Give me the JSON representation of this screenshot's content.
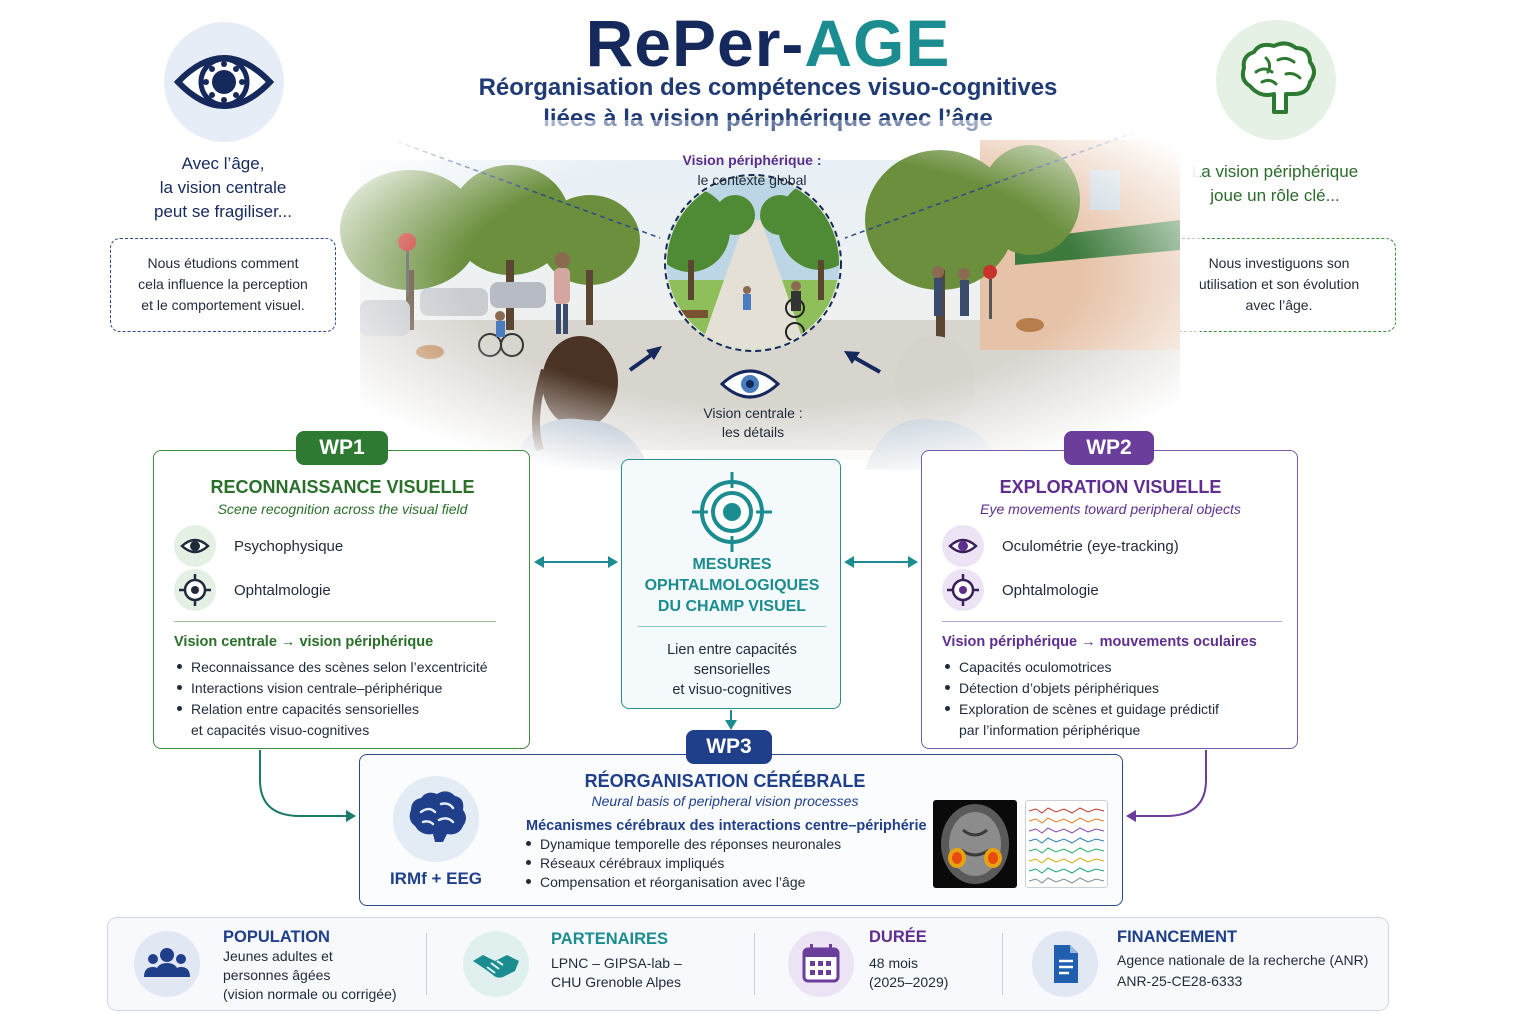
{
  "title": {
    "part1": "RePer-",
    "part2": "AGE"
  },
  "subtitle": {
    "line1": "Réorganisation des compétences visuo-cognitives",
    "line2": "liées à la vision périphérique avec l’âge"
  },
  "left": {
    "line1": "Avec l’âge,",
    "line2": "la vision centrale",
    "line3": "peut se fragiliser...",
    "box": [
      "Nous étudions comment",
      "cela influence la perception",
      "et le comportement visuel."
    ]
  },
  "right": {
    "line1": "La vision périphérique",
    "line2": "joue un rôle clé...",
    "box": [
      "Nous investiguons son",
      "utilisation et son évolution",
      "avec l’âge."
    ]
  },
  "scene": {
    "peripheral_title": "Vision périphérique :",
    "peripheral_text": "le contexte global",
    "central_title": "Vision centrale :",
    "central_text": "les détails"
  },
  "wp1": {
    "tag": "WP1",
    "title": "RECONNAISSANCE VISUELLE",
    "subtitle": "Scene recognition across the visual field",
    "methods": [
      "Psychophysique",
      "Ophtalmologie"
    ],
    "axis": "Vision centrale → vision périphérique",
    "bullets": [
      "Reconnaissance des scènes selon l’excentricité",
      "Interactions vision centrale–périphérique",
      "Relation entre capacités sensorielles"
    ],
    "bullet3_cont": "et capacités visuo-cognitives"
  },
  "wp2": {
    "tag": "WP2",
    "title": "EXPLORATION VISUELLE",
    "subtitle": "Eye movements toward peripheral objects",
    "methods": [
      "Oculométrie (eye-tracking)",
      "Ophtalmologie"
    ],
    "axis": "Vision périphérique → mouvements oculaires",
    "bullets": [
      "Capacités oculomotrices",
      "Détection d’objets périphériques",
      "Exploration de scènes et guidage prédictif"
    ],
    "bullet3_cont": "par l’information périphérique"
  },
  "mid": {
    "title": [
      "MESURES",
      "OPHTALMOLOGIQUES",
      "DU CHAMP VISUEL"
    ],
    "text": [
      "Lien entre capacités",
      "sensorielles",
      "et visuo-cognitives"
    ]
  },
  "wp3": {
    "tag": "WP3",
    "title": "RÉORGANISATION CÉRÉBRALE",
    "subtitle": "Neural basis of peripheral vision processes",
    "axis": "Mécanismes cérébraux des interactions centre–périphérie",
    "bullets": [
      "Dynamique temporelle des réponses neuronales",
      "Réseaux cérébraux impliqués",
      "Compensation et réorganisation avec l’âge"
    ],
    "method": "IRMf + EEG"
  },
  "bottom": {
    "population": {
      "title": "POPULATION",
      "lines": [
        "Jeunes adultes et",
        "personnes âgées",
        "(vision normale ou corrigée)"
      ]
    },
    "partners": {
      "title": "PARTENAIRES",
      "lines": [
        "LPNC – GIPSA-lab –",
        "CHU Grenoble Alpes"
      ]
    },
    "duration": {
      "title": "DURÉE",
      "lines": [
        "48 mois",
        "(2025–2029)"
      ]
    },
    "funding": {
      "title": "FINANCEMENT",
      "lines": [
        "Agence nationale de la recherche (ANR)",
        "ANR-25-CE28-6333"
      ]
    }
  },
  "colors": {
    "navy": "#16295c",
    "teal": "#1b8c8f",
    "green": "#2f7a33",
    "purple": "#6a3e9a",
    "blue": "#1f3f8a"
  }
}
